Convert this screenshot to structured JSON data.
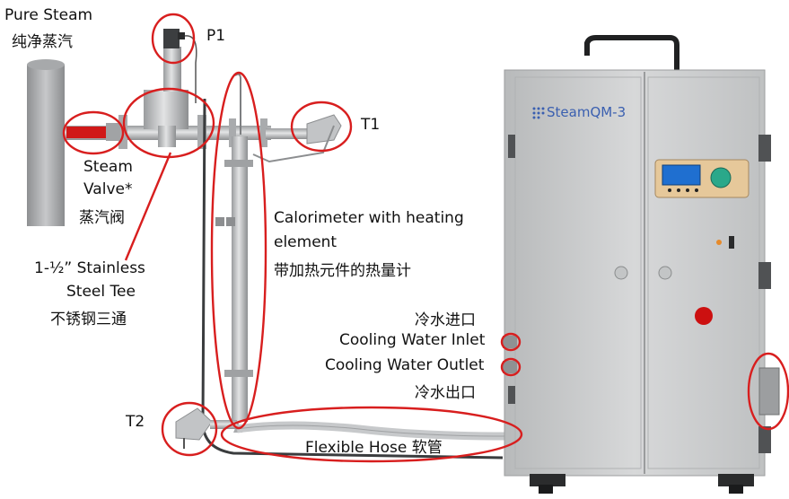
{
  "labels": {
    "pure_steam_en": "Pure Steam",
    "pure_steam_zh": "纯净蒸汽",
    "p1": "P1",
    "t1": "T1",
    "t2": "T2",
    "steam_valve_en_1": "Steam",
    "steam_valve_en_2": "Valve*",
    "steam_valve_zh": "蒸汽阀",
    "tee_en_1": "1-½” Stainless",
    "tee_en_2": "Steel Tee",
    "tee_zh": "不锈钢三通",
    "calorimeter_en_1": "Calorimeter with heating",
    "calorimeter_en_2": "element",
    "calorimeter_zh": "带加热元件的热量计",
    "cw_inlet_zh": "冷水进口",
    "cw_inlet_en": "Cooling Water Inlet",
    "cw_outlet_en": "Cooling Water Outlet",
    "cw_outlet_zh": "冷水出口",
    "hose": "Flexible Hose 软管"
  },
  "device": {
    "brand_prefix": "Steam",
    "model": "QM-3"
  },
  "colors": {
    "highlight": "#d81e1e",
    "cabinet": "#c9cbcc",
    "pipe": "#b4b6b8",
    "panel": "#e6c89a",
    "screen": "#1f6fd0",
    "button_red": "#cc1010"
  },
  "icons": [
    "pressure-sensor-icon",
    "temperature-sensor-icon",
    "steam-valve-icon"
  ]
}
